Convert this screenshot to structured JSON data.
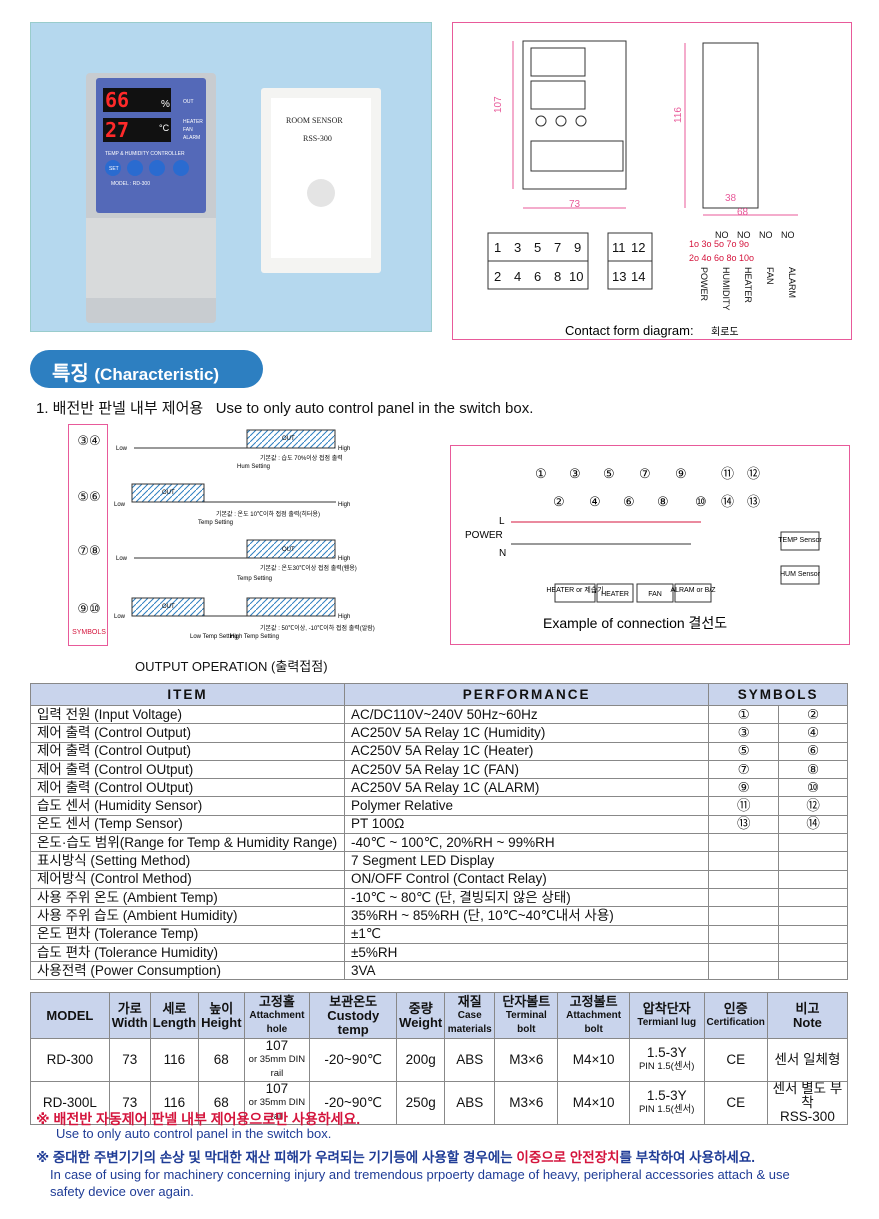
{
  "photo": {
    "lcd_top": "66",
    "lcd_bottom": "27",
    "unit_top": "%",
    "unit_bottom": "°C",
    "out_label": "OUT",
    "heater_label": "HEATER",
    "fan_label": "FAN",
    "alarm_label": "ALARM",
    "controller_title": "TEMP & HUMIDITY CONTROLLER",
    "model_label": "MODEL : RD-300",
    "set_label": "SET",
    "sensor_title": "ROOM SENSOR",
    "sensor_model": "RSS-300"
  },
  "drawing": {
    "dim_107": "107",
    "dim_116": "116",
    "dim_73": "73",
    "dim_38": "38",
    "dim_68": "68",
    "terminals_top": [
      "1",
      "3",
      "5",
      "7",
      "9"
    ],
    "terminals_bottom": [
      "2",
      "4",
      "6",
      "8",
      "10"
    ],
    "terminals_top_right": [
      "11",
      "12"
    ],
    "terminals_bottom_right": [
      "13",
      "14"
    ],
    "no_labels": [
      "NO",
      "NO",
      "NO",
      "NO"
    ],
    "contact_rows": [
      "1o 3o 5o 7o 9o",
      "2o 4o 6o 8o 10o"
    ],
    "contact_names": [
      "POWER",
      "HUMIDITY",
      "HEATER",
      "FAN",
      "ALARM"
    ],
    "caption": "Contact form diagram:",
    "caption_kr": "회로도"
  },
  "characteristic": {
    "title": "특징",
    "title_en": "(Characteristic)",
    "point1_kr": "1. 배전반 판넬 내부 제어용",
    "point1_en": "Use to only auto control panel in the switch box."
  },
  "output_operation": {
    "rows": [
      {
        "symbol": "③④",
        "low": "Low",
        "high": "High",
        "out": "OUT",
        "setting": "Hum Setting",
        "desc": "기본값 : 습도 70%이상 접점 출력"
      },
      {
        "symbol": "⑤⑥",
        "low": "Low",
        "high": "High",
        "out": "OUT",
        "setting": "Temp Setting",
        "desc": "기본값 : 온도 10℃이하 접점 출력(히터용)"
      },
      {
        "symbol": "⑦⑧",
        "low": "Low",
        "high": "High",
        "out": "OUT",
        "setting": "Temp Setting",
        "desc": "기본값 : 온도30℃이상 접점 출력(휀용)"
      },
      {
        "symbol": "⑨⑩",
        "low": "Low",
        "high": "High",
        "out": "OUT",
        "setting": "Low Temp Setting",
        "setting2": "High Temp Setting",
        "desc": "기본값 : 50℃이상, -10℃이하 접점 출력(알람)"
      }
    ],
    "symbols_label": "SYMBOLS",
    "caption": "OUTPUT OPERATION (출력접점)"
  },
  "connection": {
    "nodes_top": [
      "①",
      "③",
      "⑤",
      "⑦",
      "⑨",
      "⑪",
      "⑫"
    ],
    "nodes_bottom": [
      "②",
      "④",
      "⑥",
      "⑧",
      "⑩",
      "⑭",
      "⑬"
    ],
    "l": "L",
    "power": "POWER",
    "n": "N",
    "boxes": [
      "HEATER or 제습기",
      "HEATER",
      "FAN",
      "ALRAM or B/Z"
    ],
    "temp_sensor": "TEMP Sensor",
    "hum_sensor": "HUM Sensor",
    "caption": "Example of connection 결선도"
  },
  "spec_table": {
    "headers": [
      "ITEM",
      "PERFORMANCE",
      "SYMBOLS"
    ],
    "rows": [
      [
        "입력 전원 (Input Voltage)",
        "AC/DC110V~240V  50Hz~60Hz",
        "①",
        "②"
      ],
      [
        "제어 출력 (Control Output)",
        "AC250V 5A Relay 1C (Humidity)",
        "③",
        "④"
      ],
      [
        "제어 출력 (Control Output)",
        "AC250V 5A Relay 1C (Heater)",
        "⑤",
        "⑥"
      ],
      [
        "제어 출력 (Control OUtput)",
        "AC250V 5A Relay 1C (FAN)",
        "⑦",
        "⑧"
      ],
      [
        "제어 출력 (Control OUtput)",
        "AC250V 5A Relay 1C (ALARM)",
        "⑨",
        "⑩"
      ],
      [
        "습도 센서 (Humidity Sensor)",
        "Polymer Relative",
        "⑪",
        "⑫"
      ],
      [
        "온도 센서 (Temp Sensor)",
        "PT 100Ω",
        "⑬",
        "⑭"
      ],
      [
        "온도·습도 범위(Range for Temp & Humidity Range)",
        "-40℃ ~ 100℃, 20%RH ~ 99%RH",
        "",
        ""
      ],
      [
        "표시방식 (Setting Method)",
        "7 Segment LED Display",
        "",
        ""
      ],
      [
        "제어방식 (Control Method)",
        "ON/OFF Control (Contact Relay)",
        "",
        ""
      ],
      [
        "사용 주위 온도 (Ambient Temp)",
        "-10℃ ~ 80℃ (단, 결빙되지 않은 상태)",
        "",
        ""
      ],
      [
        "사용 주위 습도 (Ambient Humidity)",
        "35%RH ~ 85%RH (단, 10℃~40℃내서 사용)",
        "",
        ""
      ],
      [
        "온도 편차 (Tolerance Temp)",
        "±1℃",
        "",
        ""
      ],
      [
        "습도 편차 (Tolerance Humidity)",
        "±5%RH",
        "",
        ""
      ],
      [
        "사용전력 (Power Consumption)",
        "3VA",
        "",
        ""
      ]
    ]
  },
  "model_table": {
    "headers": [
      {
        "kr": "MODEL",
        "en": ""
      },
      {
        "kr": "가로",
        "en": "Width"
      },
      {
        "kr": "세로",
        "en": "Length"
      },
      {
        "kr": "높이",
        "en": "Height"
      },
      {
        "kr": "고정홀",
        "en": "Attachment hole"
      },
      {
        "kr": "보관온도",
        "en": "Custody temp"
      },
      {
        "kr": "중량",
        "en": "Weight"
      },
      {
        "kr": "재질",
        "en": "Case materials"
      },
      {
        "kr": "단자볼트",
        "en": "Terminal bolt"
      },
      {
        "kr": "고정볼트",
        "en": "Attachment bolt"
      },
      {
        "kr": "압착단자",
        "en": "Termianl lug"
      },
      {
        "kr": "인증",
        "en": "Certification"
      },
      {
        "kr": "비고",
        "en": "Note"
      }
    ],
    "rows": [
      [
        "RD-300",
        "73",
        "116",
        "68",
        "107",
        "or 35mm DIN rail",
        "-20~90℃",
        "200g",
        "ABS",
        "M3×6",
        "M4×10",
        "1.5-3Y",
        "PIN 1.5(센서)",
        "CE",
        "센서 일체형",
        ""
      ],
      [
        "RD-300L",
        "73",
        "116",
        "68",
        "107",
        "or 35mm DIN rail",
        "-20~90℃",
        "250g",
        "ABS",
        "M3×6",
        "M4×10",
        "1.5-3Y",
        "PIN 1.5(센서)",
        "CE",
        "센서 별도 부착",
        "RSS-300"
      ]
    ]
  },
  "notes": {
    "n1_kr": "※  배전반 자동제어 판넬 내부 제어용으로만 사용하세요.",
    "n1_en": "Use to only auto control panel in the switch box.",
    "n2_a": "※ 중대한 주변기기의 손상 및 막대한 재산 피해가 우려되는 기기등에 사용할 경우에는 ",
    "n2_b": "이중으로 안전장치",
    "n2_c": "를 부착하여 사용하세요.",
    "n2_en1": "In case of using for machinery concerning injury and tremendous prpoerty damage of heavy, peripheral accessories attach & use",
    "n2_en2": "safety device over again."
  }
}
